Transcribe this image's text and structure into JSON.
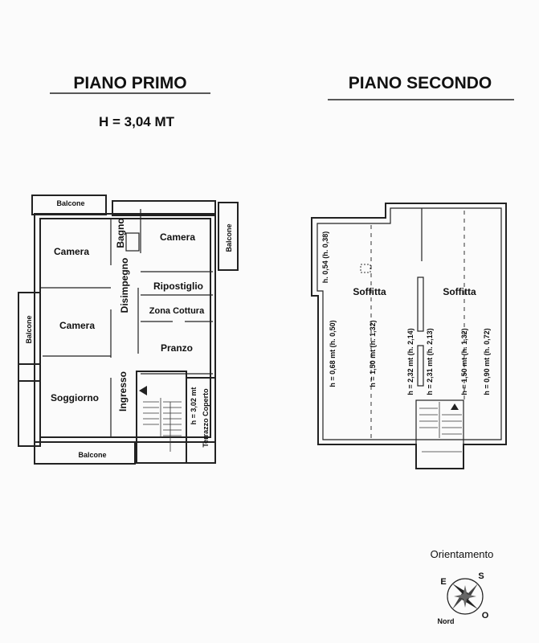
{
  "titles": {
    "first_floor": "PIANO PRIMO",
    "height": "H = 3,04 MT",
    "second_floor": "PIANO SECONDO"
  },
  "first_floor": {
    "balcone_top": "Balcone",
    "camera_1": "Camera",
    "bagno": "Bagno",
    "camera_2": "Camera",
    "balcone_right": "Balcone",
    "disimpegno": "Disimpegno",
    "ripostiglio": "Ripostiglio",
    "zona_cottura": "Zona Cottura",
    "camera_3": "Camera",
    "balcone_left": "Balcone",
    "pranzo": "Pranzo",
    "ingresso": "Ingresso",
    "soggiorno": "Soggiorno",
    "balcone_bottom": "Balcone",
    "terrazzo_height": "h = 3,02 mt",
    "terrazzo": "Terrazzo Coperto"
  },
  "second_floor": {
    "soffitta_1": "Soffitta",
    "soffitta_2": "Soffitta",
    "heights": [
      "h. 0,54 (h. 0,38)",
      "h = 0,68 mt (h. 0,50)",
      "h = 1,50 mt (h. 1,32)",
      "h = 2,32 mt (h. 2,14)",
      "h = 2,31 mt (h. 2,13)",
      "h = 1,50 mt (h. 1,32)",
      "h = 0,90 mt (h. 0,72)"
    ]
  },
  "compass": {
    "label": "Orientamento",
    "e": "E",
    "s": "S",
    "o": "O",
    "nord": "Nord"
  }
}
